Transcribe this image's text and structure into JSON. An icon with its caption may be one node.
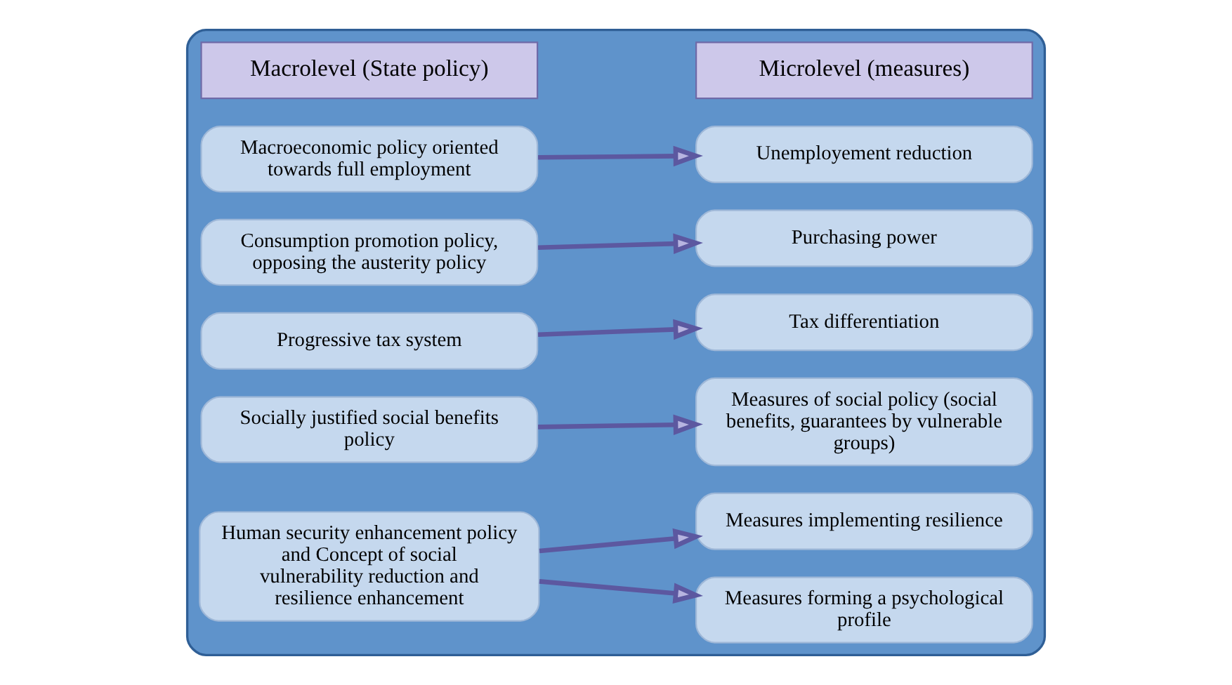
{
  "diagram": {
    "nodes": [
      {
        "text": [],
        "shape": "box"
      },
      {
        "text": [
          "Macrolevel (State policy)"
        ],
        "in": 0
      },
      {
        "text": [
          "Microlevel (measures)"
        ],
        "in": 0
      },
      {
        "text": [
          "Macroeconomic policy oriented towards full employment"
        ],
        "in": 0
      },
      {
        "text": [
          "Unemployement reduction"
        ],
        "in": 0
      },
      {
        "text": [
          "Consumption promotion policy, opposing the austerity policy"
        ],
        "in": 0
      },
      {
        "text": [
          "Purchasing power"
        ],
        "in": 0
      },
      {
        "text": [
          "Progressive tax system"
        ],
        "in": 0
      },
      {
        "text": [
          "Tax differentiation"
        ],
        "in": 0
      },
      {
        "text": [
          "Socially justified social benefits policy"
        ],
        "in": 0
      },
      {
        "text": [
          "Measures of social policy (social benefits, guarantees by vulnerable groups)"
        ],
        "in": 0
      },
      {
        "text": [
          "Human security enhancement policy and Concept of social vulnerability reduction and resilience enhancement"
        ],
        "in": 0
      },
      {
        "text": [
          "Measures forming a psychological profile"
        ],
        "in": 0
      },
      {
        "text": [
          "Measures implementing resilience"
        ],
        "in": 0
      }
    ],
    "edges": [
      {
        "from": 3,
        "to": 4,
        "arrow": "to"
      },
      {
        "from": 5,
        "to": 6,
        "arrow": "to"
      },
      {
        "from": 7,
        "to": 8,
        "arrow": "to"
      },
      {
        "from": 9,
        "to": 10,
        "arrow": "to"
      },
      {
        "from": 11,
        "to": 12,
        "arrow": "to"
      },
      {
        "from": 11,
        "to": 13,
        "arrow": "to"
      }
    ]
  }
}
